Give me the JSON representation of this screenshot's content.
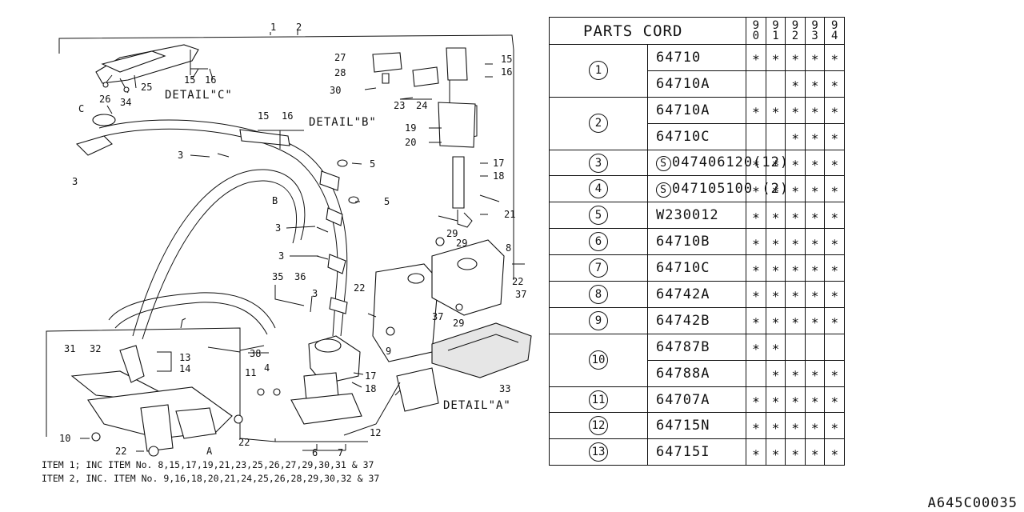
{
  "diagram": {
    "callouts": {
      "n1": "1",
      "n2": "2",
      "n3": "3",
      "n4": "4",
      "n5": "5",
      "n6": "6",
      "n7": "7",
      "n8": "8",
      "n9": "9",
      "n10": "10",
      "n11": "11",
      "n12": "12",
      "n13": "13",
      "n14": "14",
      "n15": "15",
      "n16": "16",
      "n17": "17",
      "n18": "18",
      "n19": "19",
      "n20": "20",
      "n21": "21",
      "n22": "22",
      "n23": "23",
      "n24": "24",
      "n25": "25",
      "n26": "26",
      "n27": "27",
      "n28": "28",
      "n29": "29",
      "n30": "30",
      "n31": "31",
      "n32": "32",
      "n33": "33",
      "n34": "34",
      "n35": "35",
      "n36": "36",
      "n37": "37",
      "n38": "38",
      "A": "A",
      "B": "B",
      "C": "C"
    },
    "details": {
      "detail_a": "DETAIL\"A\"",
      "detail_b": "DETAIL\"B\"",
      "detail_c": "DETAIL\"C\""
    },
    "notes": {
      "item1": "ITEM 1; INC ITEM No. 8,15,17,19,21,23,25,26,27,29,30,31 & 37",
      "item2": "ITEM 2, INC. ITEM No. 9,16,18,20,21,24,25,26,28,29,30,32 & 37"
    }
  },
  "parts_table": {
    "header": "PARTS CORD",
    "years": [
      {
        "top": "9",
        "bottom": "0"
      },
      {
        "top": "9",
        "bottom": "1"
      },
      {
        "top": "9",
        "bottom": "2"
      },
      {
        "top": "9",
        "bottom": "3"
      },
      {
        "top": "9",
        "bottom": "4"
      }
    ],
    "mark": "∗",
    "groups": [
      {
        "num": "1",
        "rows": [
          {
            "code": "64710",
            "marks": [
              true,
              true,
              true,
              true,
              true
            ]
          },
          {
            "code": "64710A",
            "marks": [
              false,
              false,
              true,
              true,
              true
            ]
          }
        ]
      },
      {
        "num": "2",
        "rows": [
          {
            "code": "64710A",
            "marks": [
              true,
              true,
              true,
              true,
              true
            ]
          },
          {
            "code": "64710C",
            "marks": [
              false,
              false,
              true,
              true,
              true
            ]
          }
        ]
      },
      {
        "num": "3",
        "rows": [
          {
            "prefix": "S",
            "code": "047406120(12)",
            "marks": [
              true,
              true,
              true,
              true,
              true
            ]
          }
        ]
      },
      {
        "num": "4",
        "rows": [
          {
            "prefix": "S",
            "code": "047105100 (2)",
            "marks": [
              true,
              true,
              true,
              true,
              true
            ]
          }
        ]
      },
      {
        "num": "5",
        "rows": [
          {
            "code": "W230012",
            "marks": [
              true,
              true,
              true,
              true,
              true
            ]
          }
        ]
      },
      {
        "num": "6",
        "rows": [
          {
            "code": "64710B",
            "marks": [
              true,
              true,
              true,
              true,
              true
            ]
          }
        ]
      },
      {
        "num": "7",
        "rows": [
          {
            "code": "64710C",
            "marks": [
              true,
              true,
              true,
              true,
              true
            ]
          }
        ]
      },
      {
        "num": "8",
        "rows": [
          {
            "code": "64742A",
            "marks": [
              true,
              true,
              true,
              true,
              true
            ]
          }
        ]
      },
      {
        "num": "9",
        "rows": [
          {
            "code": "64742B",
            "marks": [
              true,
              true,
              true,
              true,
              true
            ]
          }
        ]
      },
      {
        "num": "10",
        "rows": [
          {
            "code": "64787B",
            "marks": [
              true,
              true,
              false,
              false,
              false
            ]
          },
          {
            "code": "64788A",
            "marks": [
              false,
              true,
              true,
              true,
              true
            ]
          }
        ]
      },
      {
        "num": "11",
        "rows": [
          {
            "code": "64707A",
            "marks": [
              true,
              true,
              true,
              true,
              true
            ]
          }
        ]
      },
      {
        "num": "12",
        "rows": [
          {
            "code": "64715N",
            "marks": [
              true,
              true,
              true,
              true,
              true
            ]
          }
        ]
      },
      {
        "num": "13",
        "rows": [
          {
            "code": "64715I",
            "marks": [
              true,
              true,
              true,
              true,
              true
            ]
          }
        ]
      }
    ]
  },
  "reference_code": "A645C00035"
}
